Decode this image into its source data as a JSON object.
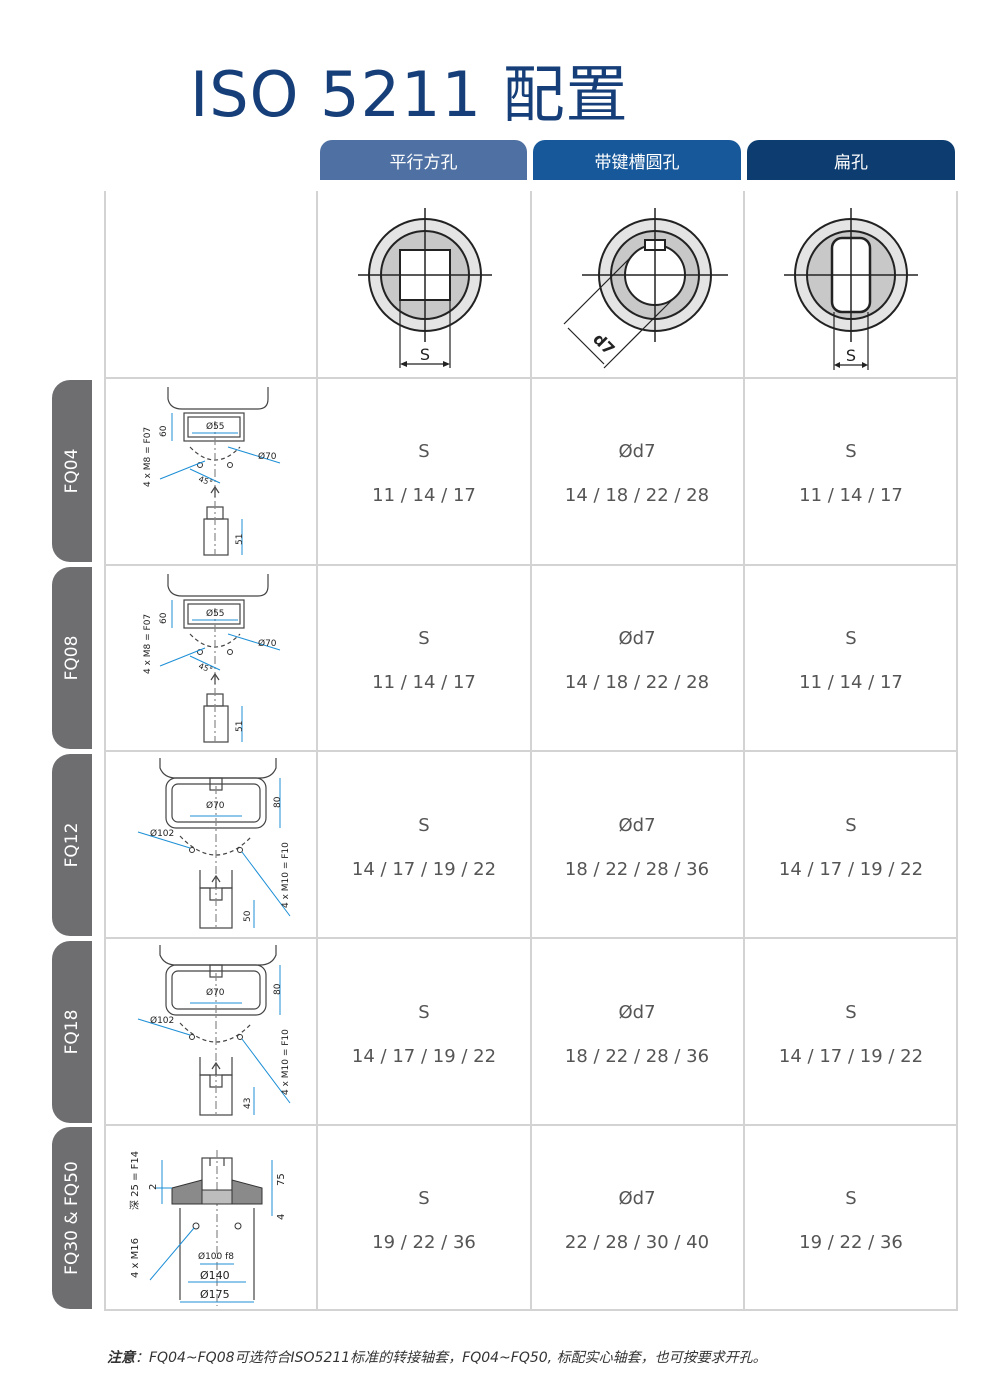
{
  "title": "ISO 5211 配置",
  "columns": [
    {
      "label": "平行方孔",
      "color": "#4f70a2"
    },
    {
      "label": "带键槽圆孔",
      "color": "#17589a"
    },
    {
      "label": "扁孔",
      "color": "#0d3d70"
    }
  ],
  "diagram_labels": {
    "s_square": "S",
    "d7": "d7",
    "s_flat": "S"
  },
  "rows": [
    {
      "label": "FQ04",
      "cells": [
        {
          "sym": "S",
          "val": "11 / 14 / 17"
        },
        {
          "sym": "Ød7",
          "val": "14 / 18 / 22 / 28"
        },
        {
          "sym": "S",
          "val": "11 / 14 / 17"
        }
      ],
      "drawing": {
        "a": "Ø55",
        "b": "Ø70",
        "c": "60",
        "d": "4 x M8 = F07",
        "e": "45°",
        "f": "51"
      }
    },
    {
      "label": "FQ08",
      "cells": [
        {
          "sym": "S",
          "val": "11 / 14 / 17"
        },
        {
          "sym": "Ød7",
          "val": "14 / 18 / 22 / 28"
        },
        {
          "sym": "S",
          "val": "11 / 14 / 17"
        }
      ],
      "drawing": {
        "a": "Ø55",
        "b": "Ø70",
        "c": "60",
        "d": "4 x M8 = F07",
        "e": "45°",
        "f": "51"
      }
    },
    {
      "label": "FQ12",
      "cells": [
        {
          "sym": "S",
          "val": "14 / 17 / 19 / 22"
        },
        {
          "sym": "Ød7",
          "val": "18 / 22 / 28 / 36"
        },
        {
          "sym": "S",
          "val": "14 / 17 / 19 / 22"
        }
      ],
      "drawing": {
        "a": "Ø70",
        "b": "Ø102",
        "c": "80",
        "d": "4 x M10 = F10",
        "f": "50"
      }
    },
    {
      "label": "FQ18",
      "cells": [
        {
          "sym": "S",
          "val": "14 / 17 / 19 / 22"
        },
        {
          "sym": "Ød7",
          "val": "18 / 22 / 28 / 36"
        },
        {
          "sym": "S",
          "val": "14 / 17 / 19 / 22"
        }
      ],
      "drawing": {
        "a": "Ø70",
        "b": "Ø102",
        "c": "80",
        "d": "4 x M10 = F10",
        "f": "43"
      }
    },
    {
      "label": "FQ30 & FQ50",
      "cells": [
        {
          "sym": "S",
          "val": "19 / 22 / 36"
        },
        {
          "sym": "Ød7",
          "val": "22 / 28 / 30 / 40"
        },
        {
          "sym": "S",
          "val": "19 / 22 / 36"
        }
      ],
      "drawing": {
        "a": "深 25 = F14",
        "b": "2",
        "c": "75",
        "d": "4",
        "e": "4 x M16",
        "f": "Ø100 f8",
        "g": "Ø140",
        "h": "Ø175"
      }
    }
  ],
  "note": {
    "prefix": "注意",
    "text": "：FQ04~FQ08可选符合ISO5211标准的转接轴套，FQ04~FQ50, 标配实心轴套，也可按要求开孔。"
  }
}
